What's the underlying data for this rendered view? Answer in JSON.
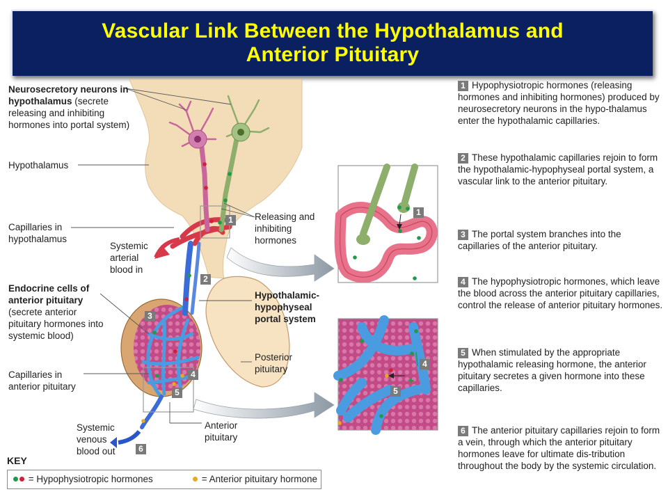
{
  "title": {
    "line1": "Vascular Link Between the Hypothalamus and",
    "line2": "Anterior Pituitary"
  },
  "labels": {
    "neuro_bold": "Neurosecretory neurons in hypothalamus",
    "neuro_rest": "(secrete releasing and inhibiting hormones into portal system)",
    "hypothalamus": "Hypothalamus",
    "capillaries_hypothalamus": "Capillaries in hypothalamus",
    "systemic_arterial": "Systemic arterial blood in",
    "endocrine_bold": "Endocrine cells of anterior pituitary",
    "endocrine_rest": "(secrete anterior pituitary hormones into systemic blood)",
    "capillaries_anterior": "Capillaries in anterior pituitary",
    "systemic_venous": "Systemic venous blood out",
    "releasing_inhibiting": "Releasing and inhibiting hormones",
    "portal_system": "Hypothalamic-hypophyseal portal system",
    "posterior_pituitary": "Posterior pituitary",
    "anterior_pituitary": "Anterior pituitary"
  },
  "step_markers": [
    "1",
    "2",
    "3",
    "4",
    "5",
    "6"
  ],
  "inset_symbols": {
    "plus": "+"
  },
  "steps": [
    {
      "num": "1",
      "text": "Hypophysiotropic hormones (releasing hormones and inhibiting hormones) produced by neurosecretory neurons in the hypo-thalamus enter the hypothalamic capillaries."
    },
    {
      "num": "2",
      "text": "These hypothalamic capillaries rejoin to form the hypothalamic-hypophyseal portal system, a vascular link to the anterior pituitary."
    },
    {
      "num": "3",
      "text": "The portal system branches into the capillaries of the anterior pituitary."
    },
    {
      "num": "4",
      "text": "The hypophysiotropic hormones, which leave the blood across the anterior pituitary capillaries, control the release of anterior pituitary hormones."
    },
    {
      "num": "5",
      "text": "When stimulated by the appropriate hypothalamic releasing hormone, the anterior pituitary secretes a given hormone into these capillaries."
    },
    {
      "num": "6",
      "text": "The anterior pituitary capillaries rejoin to form a vein, through which the anterior pituitary hormones leave for ultimate dis-tribution throughout the body by the systemic circulation."
    }
  ],
  "key": {
    "title": "KEY",
    "item1": "= Hypophysiotropic hormones",
    "item2": "= Anterior pituitary hormone"
  },
  "colors": {
    "title_bg": "#0a2060",
    "title_text": "#ffff00",
    "neuron_pink": "#c8659a",
    "neuron_green": "#8eae6c",
    "artery_red": "#d63a4a",
    "portal_blue": "#3a6bd6",
    "capillary_blue": "#4a9be0",
    "tissue_tan": "#f3dcb8",
    "gland_brown": "#d9a672",
    "hormone_green": "#1f9a4a",
    "hormone_red": "#d0203a",
    "hormone_yellow": "#e8a820"
  }
}
